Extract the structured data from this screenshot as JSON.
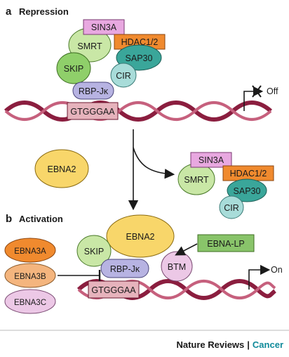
{
  "panel_a": {
    "letter": "a",
    "title": "Repression",
    "proteins": {
      "sin3a": "SIN3A",
      "smrt": "SMRT",
      "hdac": "HDAC1/2",
      "skip": "SKIP",
      "sap30": "SAP30",
      "cir": "CIR",
      "rbpjk": "RBP-Jκ"
    },
    "dna_box": "GTGGGAA",
    "promoter_state": "Off"
  },
  "middle": {
    "ebna2": "EBNA2",
    "released": {
      "sin3a": "SIN3A",
      "smrt": "SMRT",
      "hdac": "HDAC1/2",
      "sap30": "SAP30",
      "cir": "CIR"
    }
  },
  "panel_b": {
    "letter": "b",
    "title": "Activation",
    "proteins": {
      "ebna2": "EBNA2",
      "skip": "SKIP",
      "rbpjk": "RBP-Jκ",
      "btm": "BTM",
      "ebna_lp": "EBNA-LP"
    },
    "ebna3": [
      "EBNA3A",
      "EBNA3B",
      "EBNA3C"
    ],
    "dna_box": "GTGGGAA",
    "promoter_state": "On"
  },
  "credit": {
    "journal": "Nature Reviews",
    "separator": "|",
    "section": "Cancer"
  },
  "colors": {
    "dna": "#8b1e3f",
    "green_light": "#c9e7a6",
    "green_mid": "#8fcf6a",
    "teal_light": "#a8dcd9",
    "teal_dark": "#3aa69a",
    "purple_light": "#e8a8e0",
    "lavender": "#b7b3e2",
    "orange": "#f08a2e",
    "yellow": "#f8d66a",
    "peach": "#f4b57e",
    "pink_light": "#ecc8e6",
    "green_box": "#89c46a"
  }
}
